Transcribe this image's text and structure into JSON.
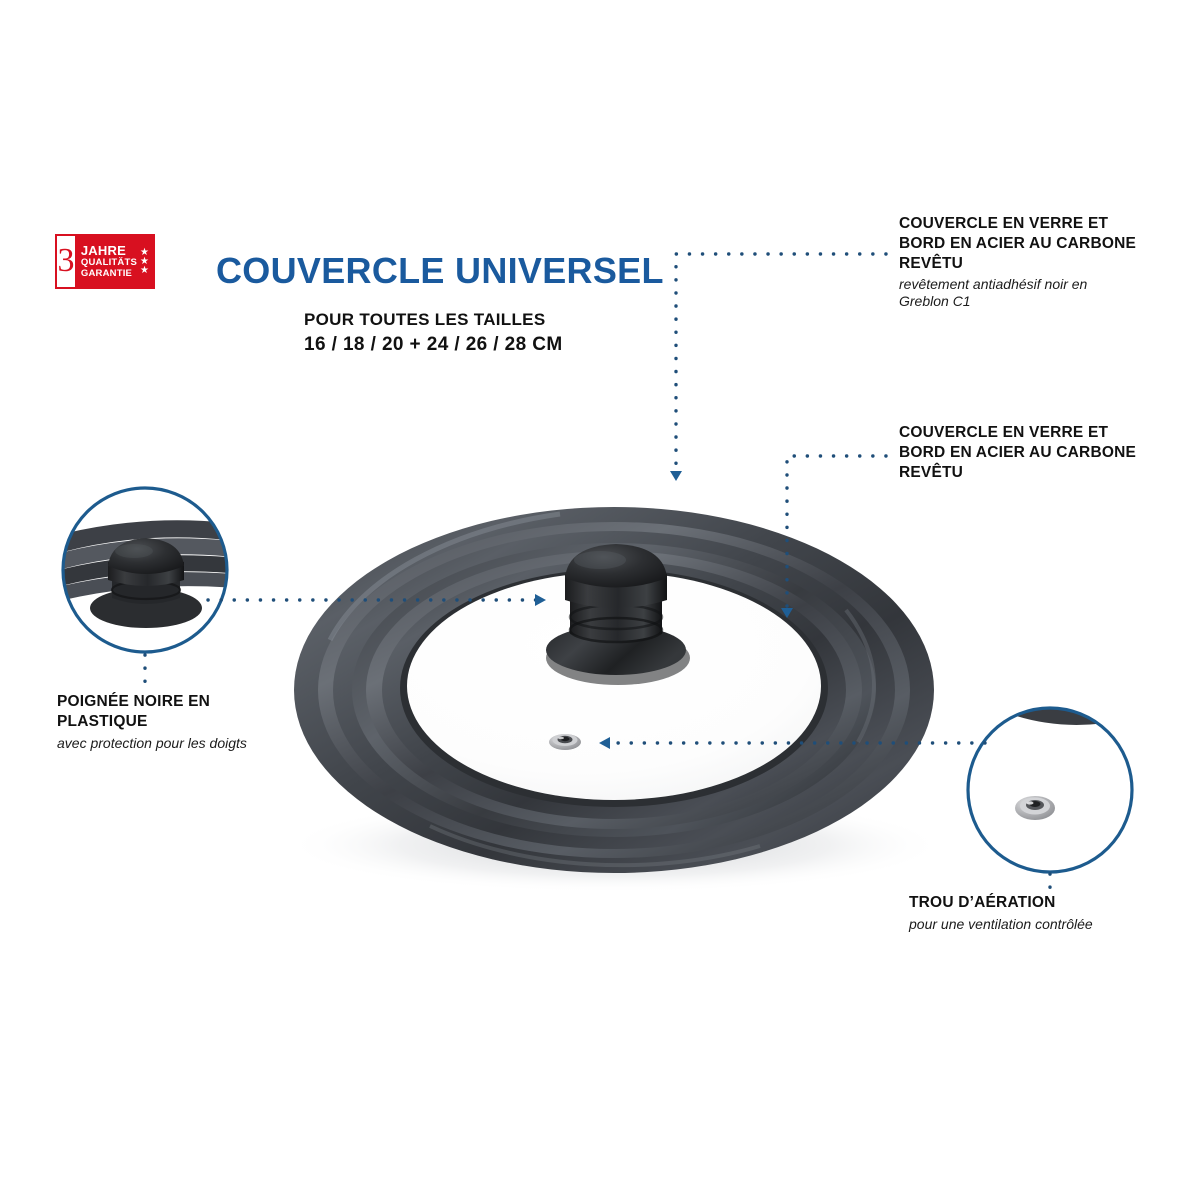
{
  "badge": {
    "name": "3-year-quality-guarantee-badge",
    "number": "3",
    "line1": "JAHRE",
    "line2": "QUALITÄTS",
    "line3": "GARANTIE",
    "stars": "★★★",
    "color": "#d81020"
  },
  "header": {
    "title": "COUVERCLE UNIVERSEL",
    "subtitle_line1": "POUR TOUTES LES TAILLES",
    "subtitle_line2": "16 / 18 / 20 + 24 / 26 / 28 CM",
    "title_color": "#1a5a9e"
  },
  "callouts": [
    {
      "id": "glass-lid-top",
      "heading": "COUVERCLE EN VERRE ET BORD EN ACIER AU CARBONE REVÊTU",
      "subtext": "revêtement antiadhésif noir en Greblon C1",
      "position": "top-right"
    },
    {
      "id": "glass-lid-mid",
      "heading": "COUVERCLE EN VERRE ET BORD EN ACIER AU CARBONE REVÊTU",
      "subtext": "",
      "position": "mid-right"
    },
    {
      "id": "plastic-handle",
      "heading": "POIGNÉE NOIRE EN PLASTIQUE",
      "subtext": "avec protection pour les doigts",
      "position": "bottom-left"
    },
    {
      "id": "steam-vent",
      "heading": "TROU D’AÉRATION",
      "subtext": "pour une ventilation contrôlée",
      "position": "bottom-right"
    }
  ],
  "product": {
    "name": "universal-glass-pan-lid",
    "parts": {
      "knob": "black-plastic-knob",
      "vent": "metal-steam-vent-eyelet",
      "rim": "stepped-carbon-steel-rim",
      "glass": "glass-center-panel"
    }
  },
  "detail_circles": [
    {
      "id": "handle-detail",
      "shows": "close-up of black plastic knob and stepped rim"
    },
    {
      "id": "vent-detail",
      "shows": "close-up of metal steam vent eyelet on glass"
    }
  ],
  "colors": {
    "accent_blue": "#1a5a9e",
    "leader_blue": "#1f4e79",
    "circle_stroke": "#1d5b8e",
    "badge_red": "#d81020",
    "rim_dark": "#34373c",
    "rim_light": "#5d6268",
    "text_dark": "#111111"
  }
}
